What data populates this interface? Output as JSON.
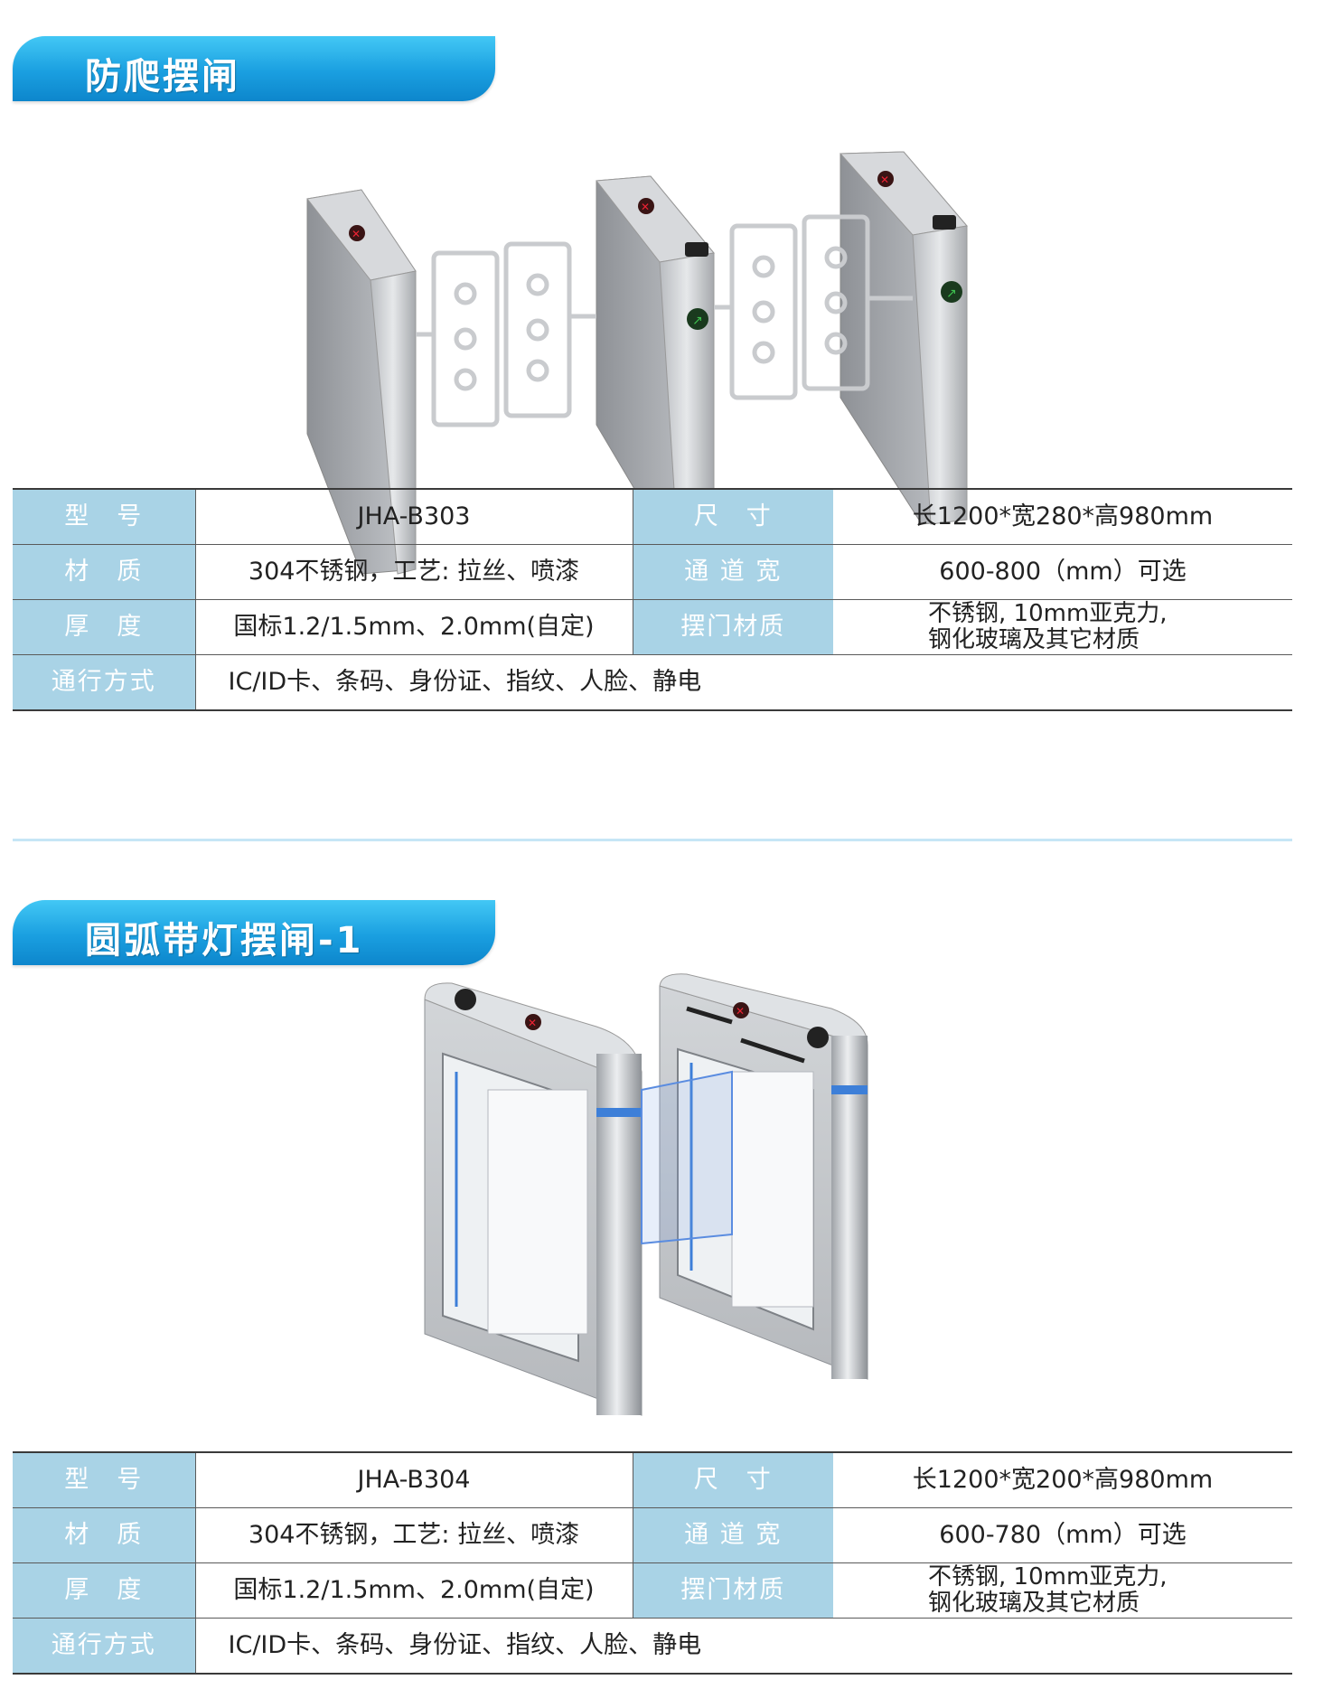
{
  "sections": [
    {
      "title": "防爬摆闸",
      "specs": {
        "model_label": "型　号",
        "model": "JHA-B303",
        "size_label": "尺　寸",
        "size": "长1200*宽280*高980mm",
        "material_label": "材　质",
        "material": "304不锈钢，工艺: 拉丝、喷漆",
        "lane_label": "通 道 宽",
        "lane": "600-800（mm）可选",
        "thickness_label": "厚　度",
        "thickness": "国标1.2/1.5mm、2.0mm(自定)",
        "door_label": "摆门材质",
        "door_line1": "不锈钢, 10mm亚克力,",
        "door_line2": "钢化玻璃及其它材质",
        "access_label": "通行方式",
        "access": "IC/ID卡、条码、身份证、指纹、人脸、静电"
      }
    },
    {
      "title": "圆弧带灯摆闸-1",
      "specs": {
        "model_label": "型　号",
        "model": "JHA-B304",
        "size_label": "尺　寸",
        "size": "长1200*宽200*高980mm",
        "material_label": "材　质",
        "material": "304不锈钢，工艺: 拉丝、喷漆",
        "lane_label": "通 道 宽",
        "lane": "600-780（mm）可选",
        "thickness_label": "厚　度",
        "thickness": "国标1.2/1.5mm、2.0mm(自定)",
        "door_label": "摆门材质",
        "door_line1": "不锈钢, 10mm亚克力,",
        "door_line2": "钢化玻璃及其它材质",
        "access_label": "通行方式",
        "access": "IC/ID卡、条码、身份证、指纹、人脸、静电"
      }
    }
  ],
  "colors": {
    "banner": "#1a9fe0",
    "label_cell": "#a9d3e6",
    "divider": "#c6e6f6",
    "led_blue": "#3d7fd8"
  }
}
